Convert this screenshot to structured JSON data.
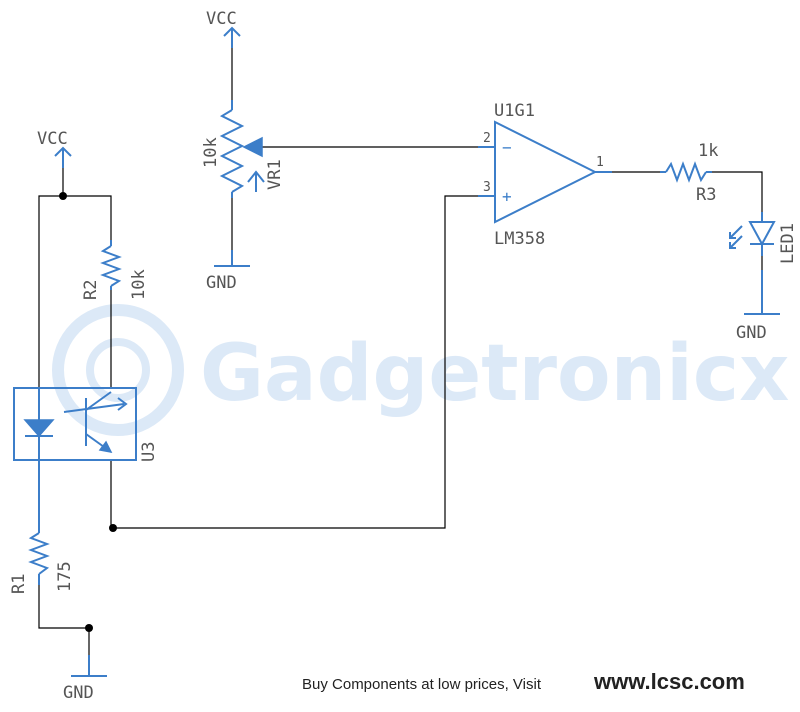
{
  "watermark": {
    "text": "Gadgetronicx",
    "color": "#dce9f7"
  },
  "colors": {
    "component": "#3c7ec9",
    "wire": "#000000",
    "label": "#555555"
  },
  "power": {
    "vcc": "VCC",
    "gnd": "GND"
  },
  "components": {
    "vr1": {
      "ref": "VR1",
      "value": "10k"
    },
    "u1": {
      "ref": "U1G1",
      "value": "LM358",
      "pin_in_minus": "2",
      "pin_in_plus": "3",
      "pin_out": "1",
      "sign_minus": "−",
      "sign_plus": "+"
    },
    "r3": {
      "ref": "R3",
      "value": "1k"
    },
    "led1": {
      "ref": "LED1"
    },
    "r2": {
      "ref": "R2",
      "value": "10k"
    },
    "u3": {
      "ref": "U3"
    },
    "r1": {
      "ref": "R1",
      "value": "175"
    }
  },
  "footer": {
    "prefix": "Buy Components at low prices, Visit ",
    "link": "www.lcsc.com"
  }
}
